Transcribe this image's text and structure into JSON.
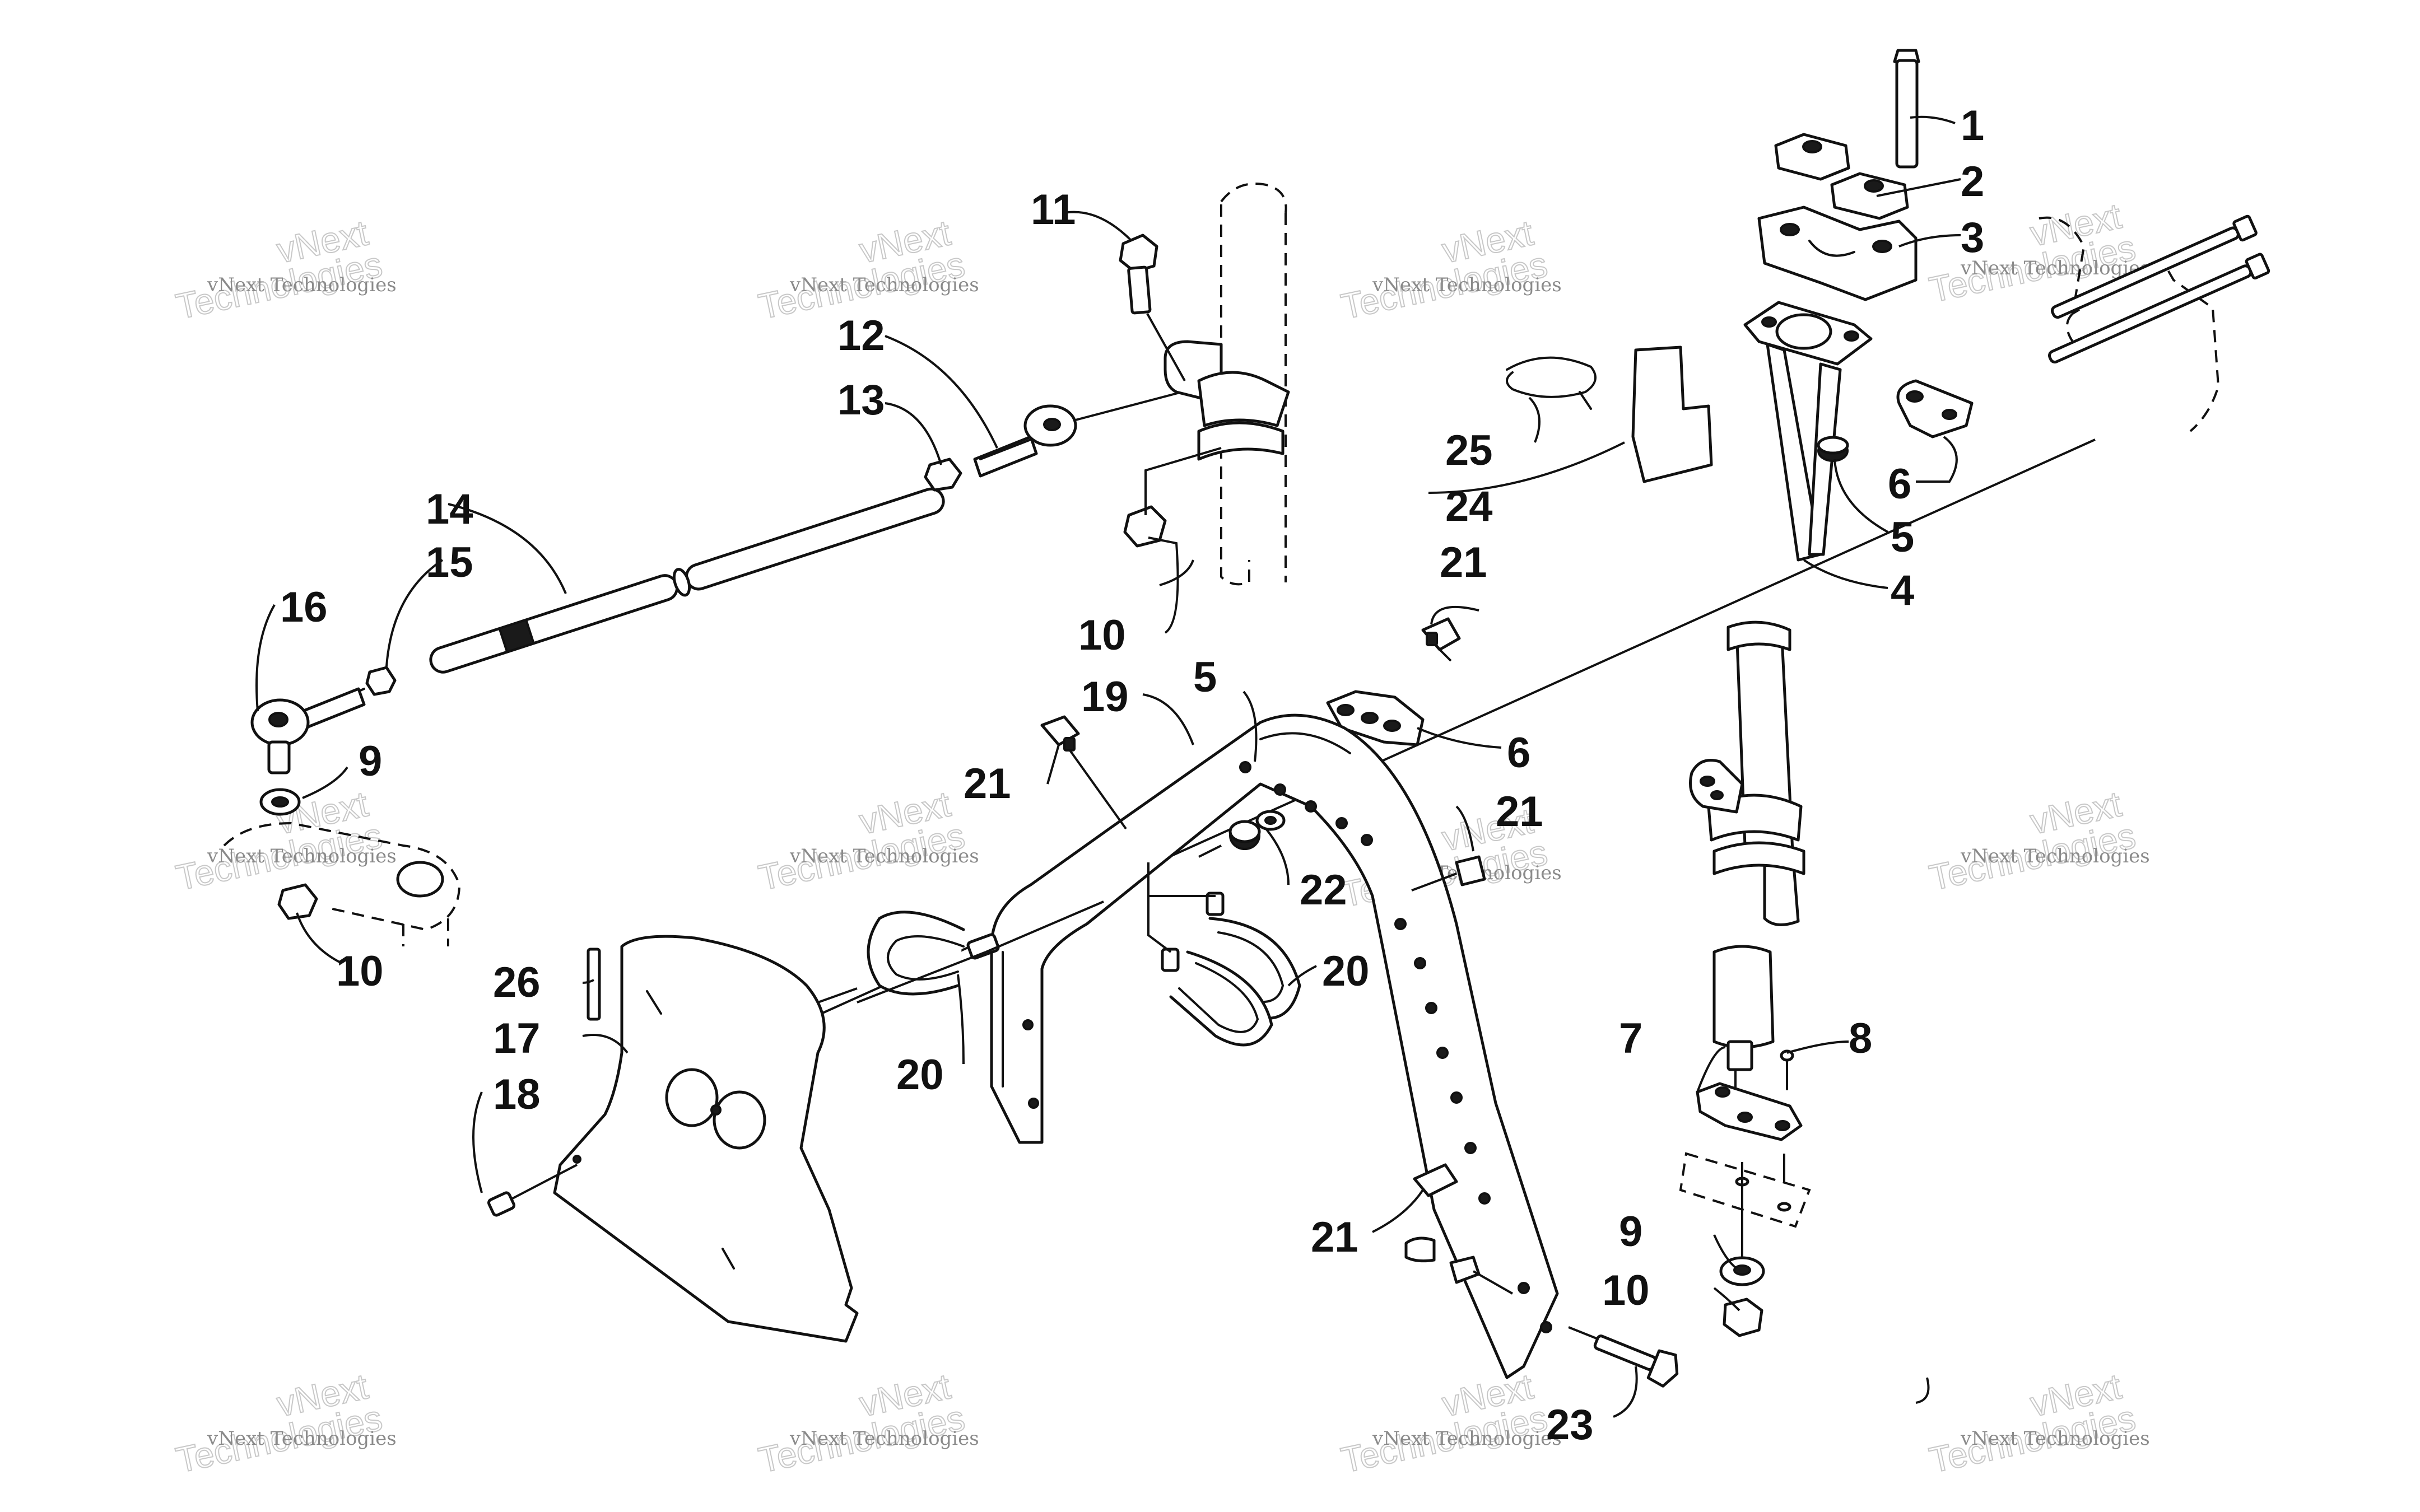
{
  "diagram": {
    "callouts": [
      "1",
      "2",
      "3",
      "4",
      "5",
      "5",
      "6",
      "6",
      "7",
      "8",
      "9",
      "9",
      "10",
      "10",
      "10",
      "11",
      "12",
      "13",
      "14",
      "15",
      "16",
      "17",
      "18",
      "19",
      "20",
      "20",
      "21",
      "21",
      "21",
      "21",
      "22",
      "23",
      "24",
      "25",
      "26"
    ]
  },
  "watermark": {
    "line1": "vNext Technologies",
    "line2": "vNext",
    "line3": "Technologies"
  }
}
